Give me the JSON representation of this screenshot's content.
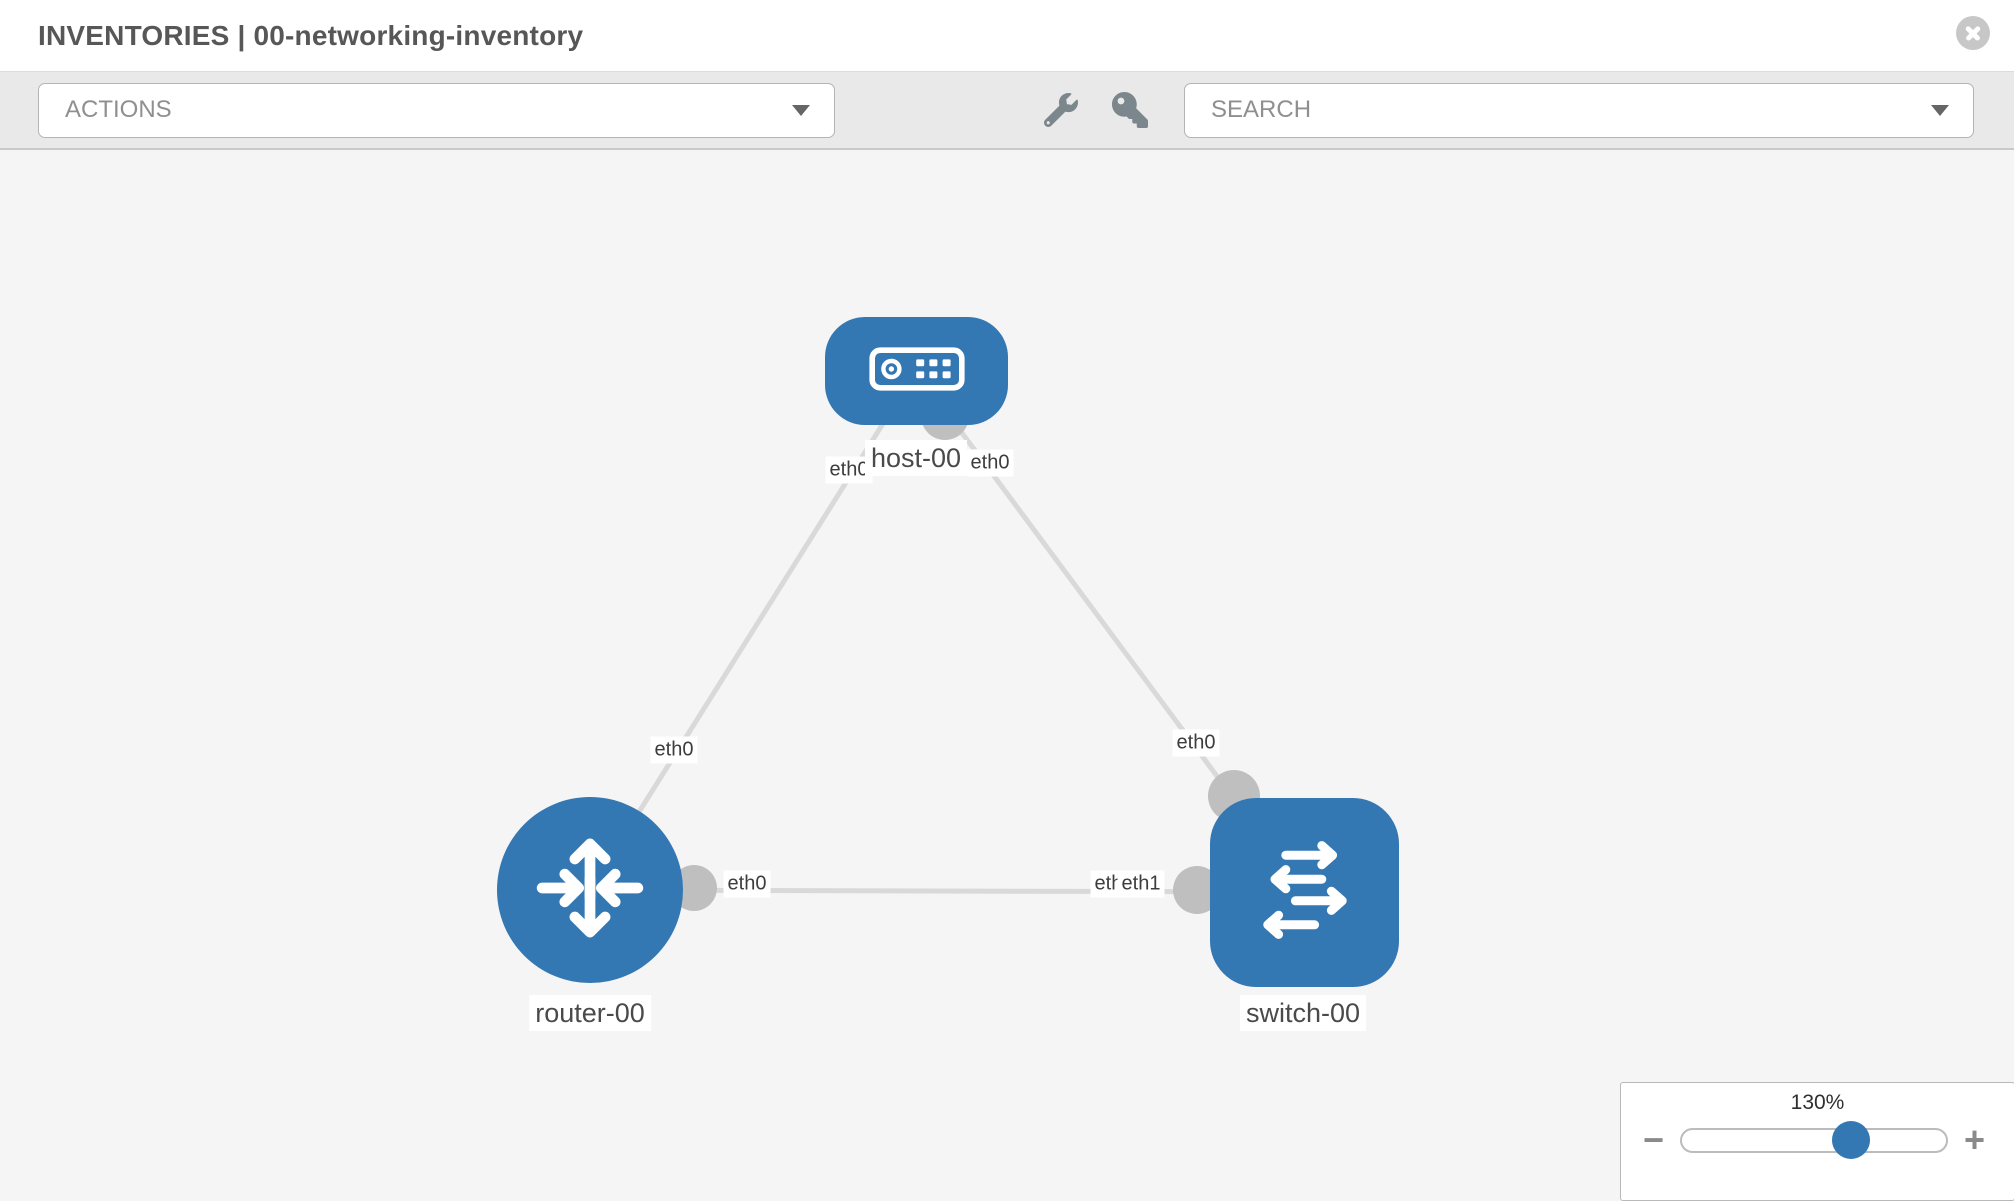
{
  "header": {
    "title": "INVENTORIES | 00-networking-inventory",
    "close_icon": "circle-x-icon"
  },
  "toolbar": {
    "actions_dropdown": {
      "label": "ACTIONS",
      "caret_icon": "caret-down-icon"
    },
    "tools": [
      {
        "icon": "wrench-icon"
      },
      {
        "icon": "key-icon"
      }
    ],
    "search_dropdown": {
      "label": "SEARCH",
      "caret_icon": "caret-down-icon"
    }
  },
  "diagram": {
    "nodes": [
      {
        "id": "host-00",
        "type": "host",
        "icon": "server-icon",
        "label": "host-00"
      },
      {
        "id": "router-00",
        "type": "router",
        "icon": "router-arrows-icon",
        "label": "router-00"
      },
      {
        "id": "switch-00",
        "type": "switch",
        "icon": "switch-arrows-icon",
        "label": "switch-00"
      }
    ],
    "links": [
      {
        "from": "host-00",
        "to": "router-00",
        "labels": {
          "host_end": "eth0",
          "router_end": "eth0"
        }
      },
      {
        "from": "host-00",
        "to": "switch-00",
        "labels": {
          "host_end": "eth0",
          "switch_end": "eth0"
        }
      },
      {
        "from": "router-00",
        "to": "switch-00",
        "labels": {
          "router_end": "eth0",
          "switch_end_back": "eth0",
          "switch_end_front": "eth1"
        }
      }
    ]
  },
  "zoom_control": {
    "level": "130%",
    "minus_label": "−",
    "plus_label": "+",
    "slider_percent": 64
  },
  "colors": {
    "node_blue": "#3377b3",
    "link_gray": "#d9d9d9",
    "connector_gray": "#bfbfbf",
    "toolbar_bg": "#e9e9e9",
    "canvas_bg": "#f5f5f5",
    "icon_gray": "#7b878c"
  }
}
